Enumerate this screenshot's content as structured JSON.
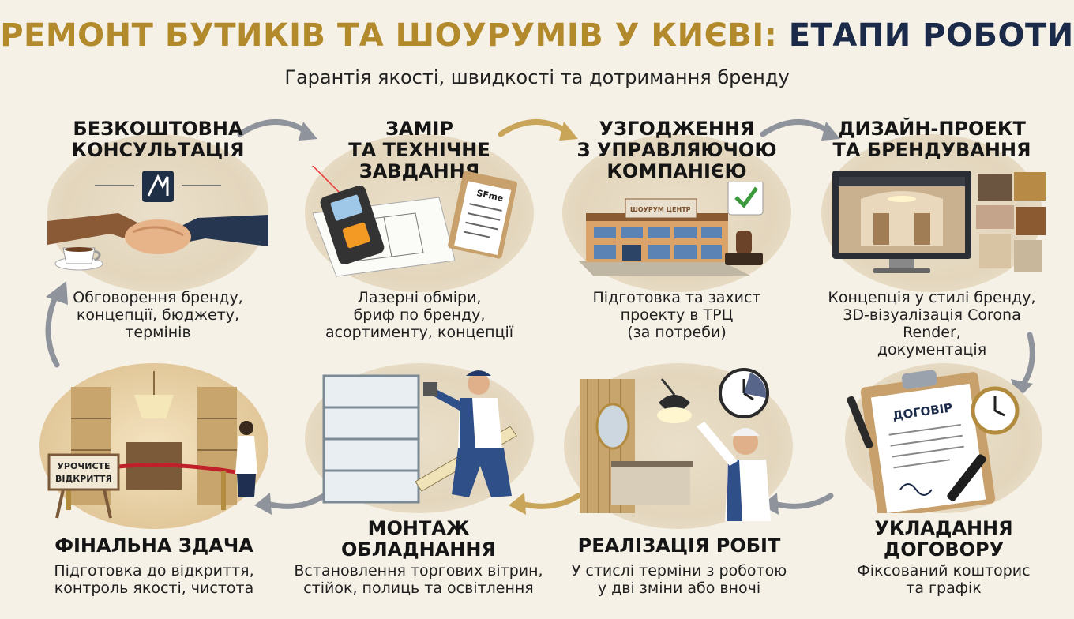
{
  "title": {
    "part1": "РЕМОНТ БУТИКІВ ТА ШОУРУМІВ У КИЄВІ:",
    "part2": "ЕТАПИ РОБОТИ"
  },
  "subtitle": "Гарантія якості, швидкості та дотримання бренду",
  "steps": [
    {
      "heading": [
        "БЕЗКОШТОВНА",
        "КОНСУЛЬТАЦІЯ"
      ],
      "desc": [
        "Обговорення бренду,",
        "концепції, бюджету,",
        "термінів"
      ],
      "icon": "handshake-icon"
    },
    {
      "heading": [
        "ЗАМІР",
        "ТА ТЕХНІЧНЕ",
        "ЗАВДАННЯ"
      ],
      "desc": [
        "Лазерні обміри,",
        "бриф по бренду,",
        "асортименту, концепції"
      ],
      "icon": "laser-measure-icon",
      "clipboard_text": "SFme"
    },
    {
      "heading": [
        "УЗГОДЖЕННЯ",
        "З УПРАВЛЯЮЧОЮ",
        "КОМПАНІЄЮ"
      ],
      "desc": [
        "Підготовка та захист",
        "проекту в ТРЦ",
        "(за потреби)"
      ],
      "icon": "mall-building-icon",
      "sign_text": "ШОУРУМ ЦЕНТР"
    },
    {
      "heading": [
        "ДИЗАЙН-ПРОЕКТ",
        "ТА БРЕНДУВАННЯ"
      ],
      "desc": [
        "Концепція у стилі бренду,",
        "3D-візуалізація Corona Render,",
        "документація"
      ],
      "icon": "design-monitor-icon"
    },
    {
      "heading": [
        "УКЛАДАННЯ",
        "ДОГОВОРУ"
      ],
      "desc": [
        "Фіксований кошторис",
        "та графік"
      ],
      "icon": "contract-icon",
      "doc_title": "ДОГОВІР"
    },
    {
      "heading": [
        "РЕАЛІЗАЦІЯ РОБІТ"
      ],
      "desc": [
        "У стислі терміни з роботою",
        "у дві зміни або вночі"
      ],
      "icon": "worker-lamp-icon"
    },
    {
      "heading": [
        "МОНТАЖ",
        "ОБЛАДНАННЯ"
      ],
      "desc": [
        "Встановлення торгових вітрин,",
        "стійок, полиць та освітлення"
      ],
      "icon": "shelving-install-icon"
    },
    {
      "heading": [
        "ФІНАЛЬНА ЗДАЧА"
      ],
      "desc": [
        "Підготовка до відкриття,",
        "контроль якості, чистота"
      ],
      "icon": "boutique-opening-icon",
      "sign_text": [
        "УРОЧИСТЕ",
        "ВІДКРИТТЯ"
      ]
    }
  ],
  "colors": {
    "gold": "#b28a2b",
    "navy": "#1a2a48",
    "arrow_gray": "#8f949c",
    "arrow_gold": "#c9a55a",
    "background": "#f6f1e7"
  }
}
